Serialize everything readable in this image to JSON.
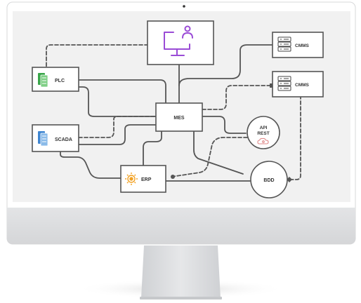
{
  "diagram": {
    "nodes": {
      "plc": "PLC",
      "scada": "SCADA",
      "mes": "MES",
      "erp": "ERP",
      "api_line1": "API",
      "api_line2": "REST",
      "bdd": "BDD",
      "cmms_top": "CMMS",
      "cmms_bottom": "CMMS"
    },
    "icons": {
      "monitor": "monitor-user-icon",
      "plc": "database-stack-icon",
      "scada": "database-stack-icon",
      "erp": "gear-network-icon",
      "api": "cloud-gear-icon",
      "cmms": "server-rack-icon"
    },
    "colors": {
      "monitor_accent": "#9a4bd6",
      "plc_icon": "#3aa64a",
      "scada_icon": "#3f86d1",
      "erp_icon": "#f2a224",
      "api_icon": "#e08a8a",
      "line": "#555555"
    }
  }
}
